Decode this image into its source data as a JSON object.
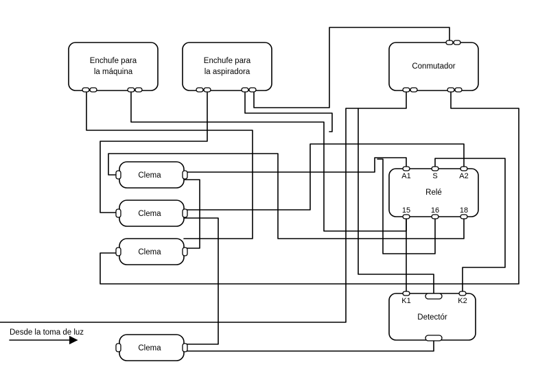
{
  "components": {
    "enchufe_maquina": {
      "lines": [
        "Enchufe para",
        "la máquina"
      ]
    },
    "enchufe_aspiradora": {
      "lines": [
        "Enchufe para",
        "la aspiradora"
      ]
    },
    "conmutador": {
      "label": "Conmutador"
    },
    "rele": {
      "label": "Relé",
      "pins": [
        "A1",
        "S",
        "A2",
        "15",
        "16",
        "18"
      ]
    },
    "detector": {
      "label": "Detectór",
      "pins": [
        "K1",
        "K2"
      ]
    },
    "clemas": [
      "Clema",
      "Clema",
      "Clema",
      "Clema"
    ]
  },
  "source": {
    "label": "Desde la toma de luz"
  },
  "colors": {
    "line": "#000000",
    "background": "#ffffff"
  }
}
